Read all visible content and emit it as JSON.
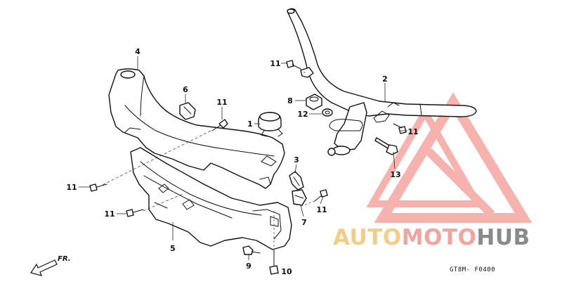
{
  "diagram": {
    "code": "GT8M- F0400",
    "direction_label": "FR.",
    "parts": [
      {
        "id": "p1",
        "label": "1"
      },
      {
        "id": "p2",
        "label": "2"
      },
      {
        "id": "p3",
        "label": "3"
      },
      {
        "id": "p4",
        "label": "4"
      },
      {
        "id": "p5",
        "label": "5"
      },
      {
        "id": "p6",
        "label": "6"
      },
      {
        "id": "p7",
        "label": "7"
      },
      {
        "id": "p8",
        "label": "8"
      },
      {
        "id": "p9",
        "label": "9"
      },
      {
        "id": "p10",
        "label": "10"
      },
      {
        "id": "p11a",
        "label": "11"
      },
      {
        "id": "p11b",
        "label": "11"
      },
      {
        "id": "p11c",
        "label": "11"
      },
      {
        "id": "p11d",
        "label": "11"
      },
      {
        "id": "p11e",
        "label": "11"
      },
      {
        "id": "p11f",
        "label": "11"
      },
      {
        "id": "p12",
        "label": "12"
      },
      {
        "id": "p13",
        "label": "13"
      }
    ]
  },
  "watermark": {
    "part1": "AUTO",
    "part2": "MOTO",
    "part3": "HUB",
    "colors": {
      "auto": "#f3cc86",
      "moto": "#f2a49c",
      "hub": "#8a8a8a",
      "logo": "#f39a94"
    }
  }
}
